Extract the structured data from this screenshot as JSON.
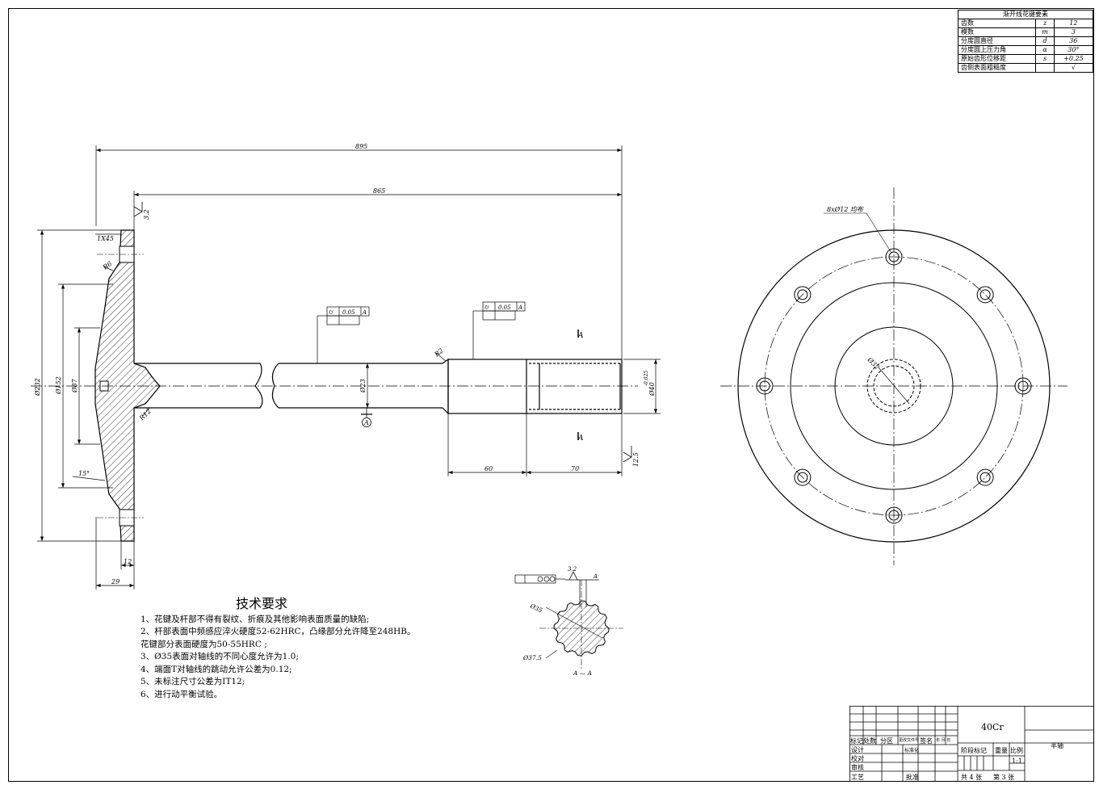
{
  "spline_table": {
    "title": "渐开线花键要素",
    "rows": [
      {
        "name": "齿数",
        "sym": "z",
        "val": "12"
      },
      {
        "name": "模数",
        "sym": "m",
        "val": "3"
      },
      {
        "name": "分度圆直径",
        "sym": "d",
        "val": "36"
      },
      {
        "name": "分度圆上压力角",
        "sym": "α",
        "val": "30°"
      },
      {
        "name": "原始齿形位移距",
        "sym": "s",
        "val": "+0.25"
      },
      {
        "name": "齿侧表面粗糙度",
        "sym": "",
        "val": "√"
      }
    ]
  },
  "dims": {
    "overall": "895",
    "shaft": "865",
    "d232": "Ø232",
    "d152": "Ø152",
    "d87": "Ø87",
    "d23": "Ø23",
    "d40": "Ø40",
    "d40_tol": "-0.025",
    "len60": "60",
    "len70": "70",
    "len12": "12",
    "len29": "29",
    "chamfer": "1X45",
    "angle": "15°",
    "r_top": "R6",
    "r_fillet": "R12",
    "r_step": "R2",
    "rough1": "3.2",
    "rough2": "12.5",
    "holes": "8xØ12  均布",
    "pcd": "Ø32",
    "section_d35": "Ø35",
    "section_d375": "Ø37.5",
    "section_label": "A — A",
    "cut_label": "A",
    "datum": "A",
    "rough3": "3.2"
  },
  "tolerances": [
    {
      "sym": "⌭",
      "val": "0.05",
      "datum": "A"
    },
    {
      "sym": "⌭",
      "val": "0.05",
      "datum": "A"
    }
  ],
  "tech": {
    "title": "技术要求",
    "lines": [
      "1、花键及杆部不得有裂纹、折痕及其他影响表面质量的缺陷;",
      "2、杆部表面中频感应淬火硬度52-62HRC，凸缘部分允许降至248HB。",
      "花键部分表面硬度为50-55HRC ;",
      "3、Ø35表面对轴线的不同心度允许为1.0;",
      "4、端面T对轴线的跳动允许公差为0.12;",
      "5、未标注尺寸公差为IT12;",
      "6、进行动平衡试验。"
    ]
  },
  "title_block": {
    "material": "40Cr",
    "part_name": "半轴",
    "h_biaoji": "标记",
    "h_chushu": "处数",
    "h_fenqu": "分区",
    "h_wenjian": "更改文件号",
    "h_qianming": "签名",
    "h_date": "年 月 日",
    "sheji": "设计",
    "biaozhunhua": "标准化",
    "jiaodui": "校对",
    "shenhe": "审核",
    "gongyi": "工艺",
    "pizhun": "批准",
    "stage": "阶段标记",
    "weight": "重量",
    "scale_label": "比例",
    "scale": "1:1",
    "sheets": "共 4 张",
    "sheet_no": "第 3 张"
  }
}
